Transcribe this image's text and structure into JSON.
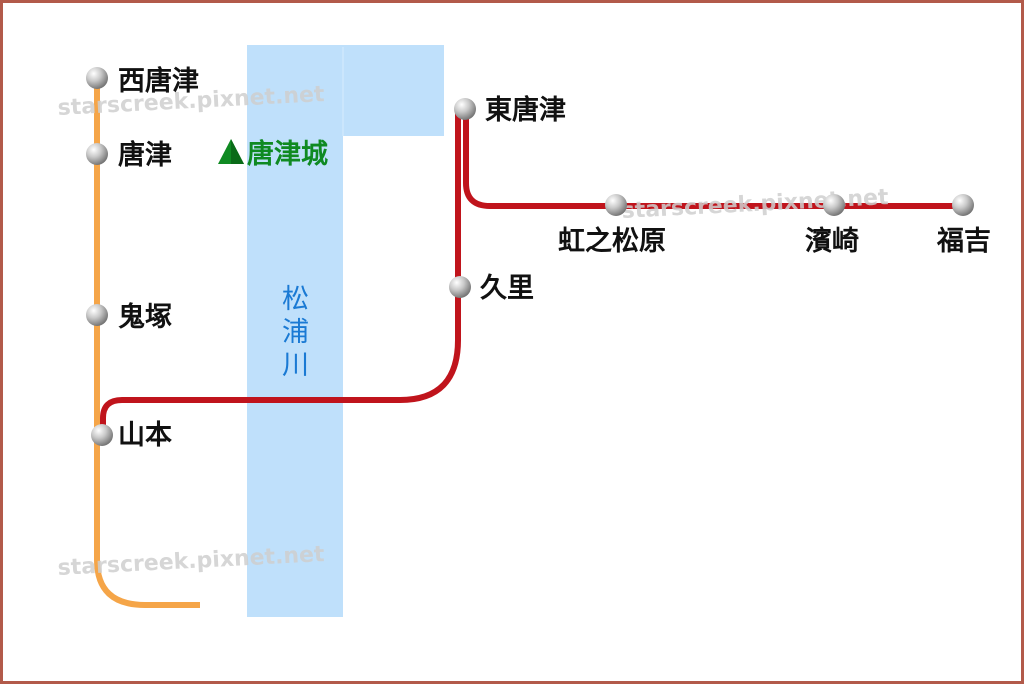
{
  "colors": {
    "border": "#b25a4a",
    "river": "#bfe0fb",
    "orange_line": "#f5a548",
    "red_line": "#c0141c",
    "castle": "#0f8a22",
    "river_text": "#1a7ad4"
  },
  "river": {
    "label": [
      "松",
      "浦",
      "川"
    ]
  },
  "castle": {
    "icon": "mountain-triangle-icon",
    "label": "唐津城"
  },
  "watermark": "starscreek.pixnet.net",
  "stations": {
    "nishi_karatsu": "西唐津",
    "karatsu": "唐津",
    "onizuka": "鬼塚",
    "yamamoto": "山本",
    "kuri": "久里",
    "higashi_karatsu": "東唐津",
    "nijinomatsubara": "虹之松原",
    "hamasaki": "濱崎",
    "fukuyoshi": "福吉"
  }
}
